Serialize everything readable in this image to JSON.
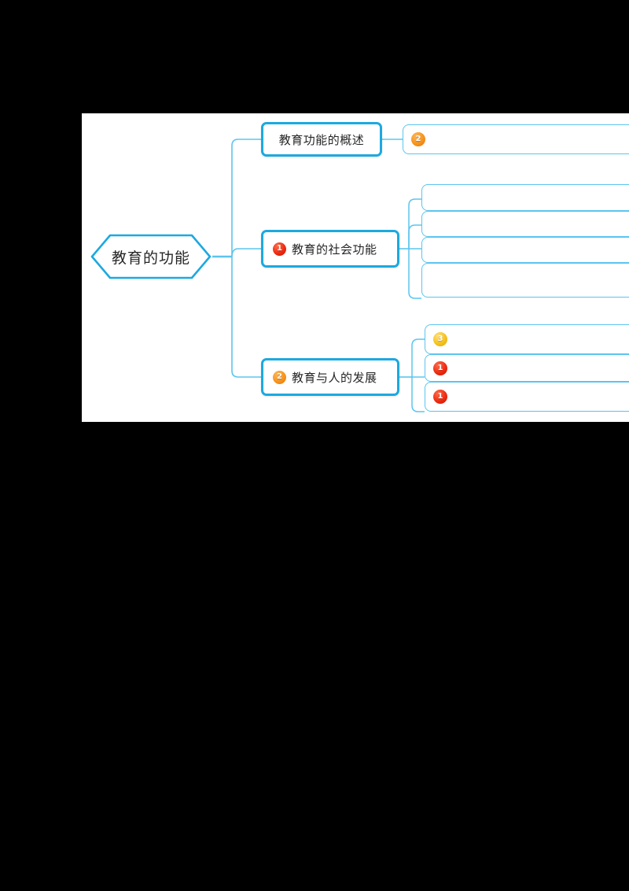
{
  "canvas": {
    "background": "#ffffff",
    "page_background": "#000000",
    "accent_color": "#1CA9E0",
    "branch_color": "#5BC5EE"
  },
  "mindmap": {
    "root": {
      "label": "教育的功能",
      "shape": "hexagon"
    },
    "topics": [
      {
        "label": "教育功能的概述",
        "badge": null,
        "children": [
          {
            "label": "",
            "badge": {
              "text": "2",
              "color": "orange"
            }
          }
        ]
      },
      {
        "label": "教育的社会功能",
        "badge": {
          "text": "1",
          "color": "red"
        },
        "children": [
          {
            "label": "",
            "badge": null
          },
          {
            "label": "",
            "badge": null
          },
          {
            "label": "",
            "badge": null
          },
          {
            "label": "",
            "badge": null
          }
        ]
      },
      {
        "label": "教育与人的发展",
        "badge": {
          "text": "2",
          "color": "orange"
        },
        "children": [
          {
            "label": "",
            "badge": {
              "text": "3",
              "color": "yellow"
            }
          },
          {
            "label": "",
            "badge": {
              "text": "1",
              "color": "red"
            }
          },
          {
            "label": "",
            "badge": {
              "text": "1",
              "color": "red"
            }
          }
        ]
      }
    ]
  }
}
